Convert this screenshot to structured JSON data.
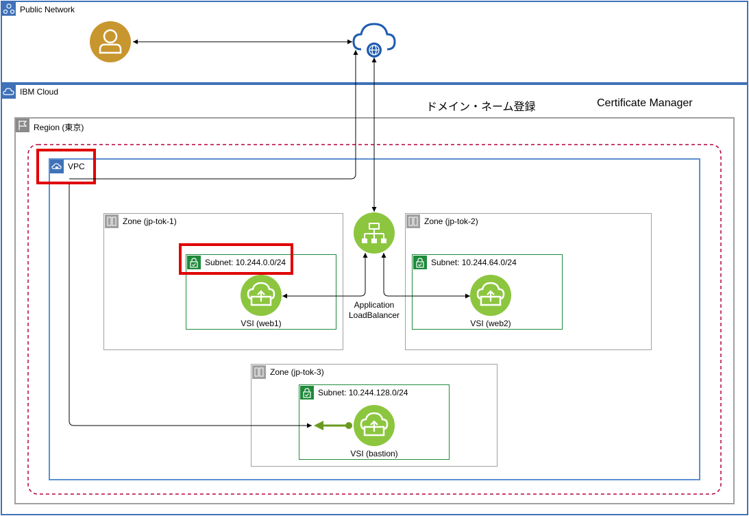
{
  "public_network": {
    "label": "Public Network"
  },
  "ibm_cloud": {
    "label": "IBM Cloud"
  },
  "services": {
    "dns": "ドメイン・ネーム登録",
    "cert": "Certificate Manager"
  },
  "region": {
    "label": "Region (東京)"
  },
  "vpc": {
    "label": "VPC"
  },
  "zones": [
    {
      "label": "Zone (jp-tok-1)"
    },
    {
      "label": "Zone (jp-tok-2)"
    },
    {
      "label": "Zone (jp-tok-3)"
    }
  ],
  "subnets": [
    {
      "label": "Subnet: 10.244.0.0/24"
    },
    {
      "label": "Subnet: 10.244.64.0/24"
    },
    {
      "label": "Subnet: 10.244.128.0/24"
    }
  ],
  "vsis": [
    {
      "label": "VSI (web1)"
    },
    {
      "label": "VSI (web2)"
    },
    {
      "label": "VSI (bastion)"
    }
  ],
  "load_balancer": {
    "label_line1": "Application",
    "label_line2": "LoadBalancer"
  },
  "colors": {
    "network_border": "#3f72b8",
    "region_border": "#a0a0a0",
    "vpc_border": "#5b8fd0",
    "subnet_green": "#1e8a3a",
    "vsi_green": "#8cc63f",
    "user_gold": "#c8962e",
    "internet_blue": "#1e5bb0",
    "highlight_red": "#e00000",
    "dashed_red": "#b3003c"
  }
}
